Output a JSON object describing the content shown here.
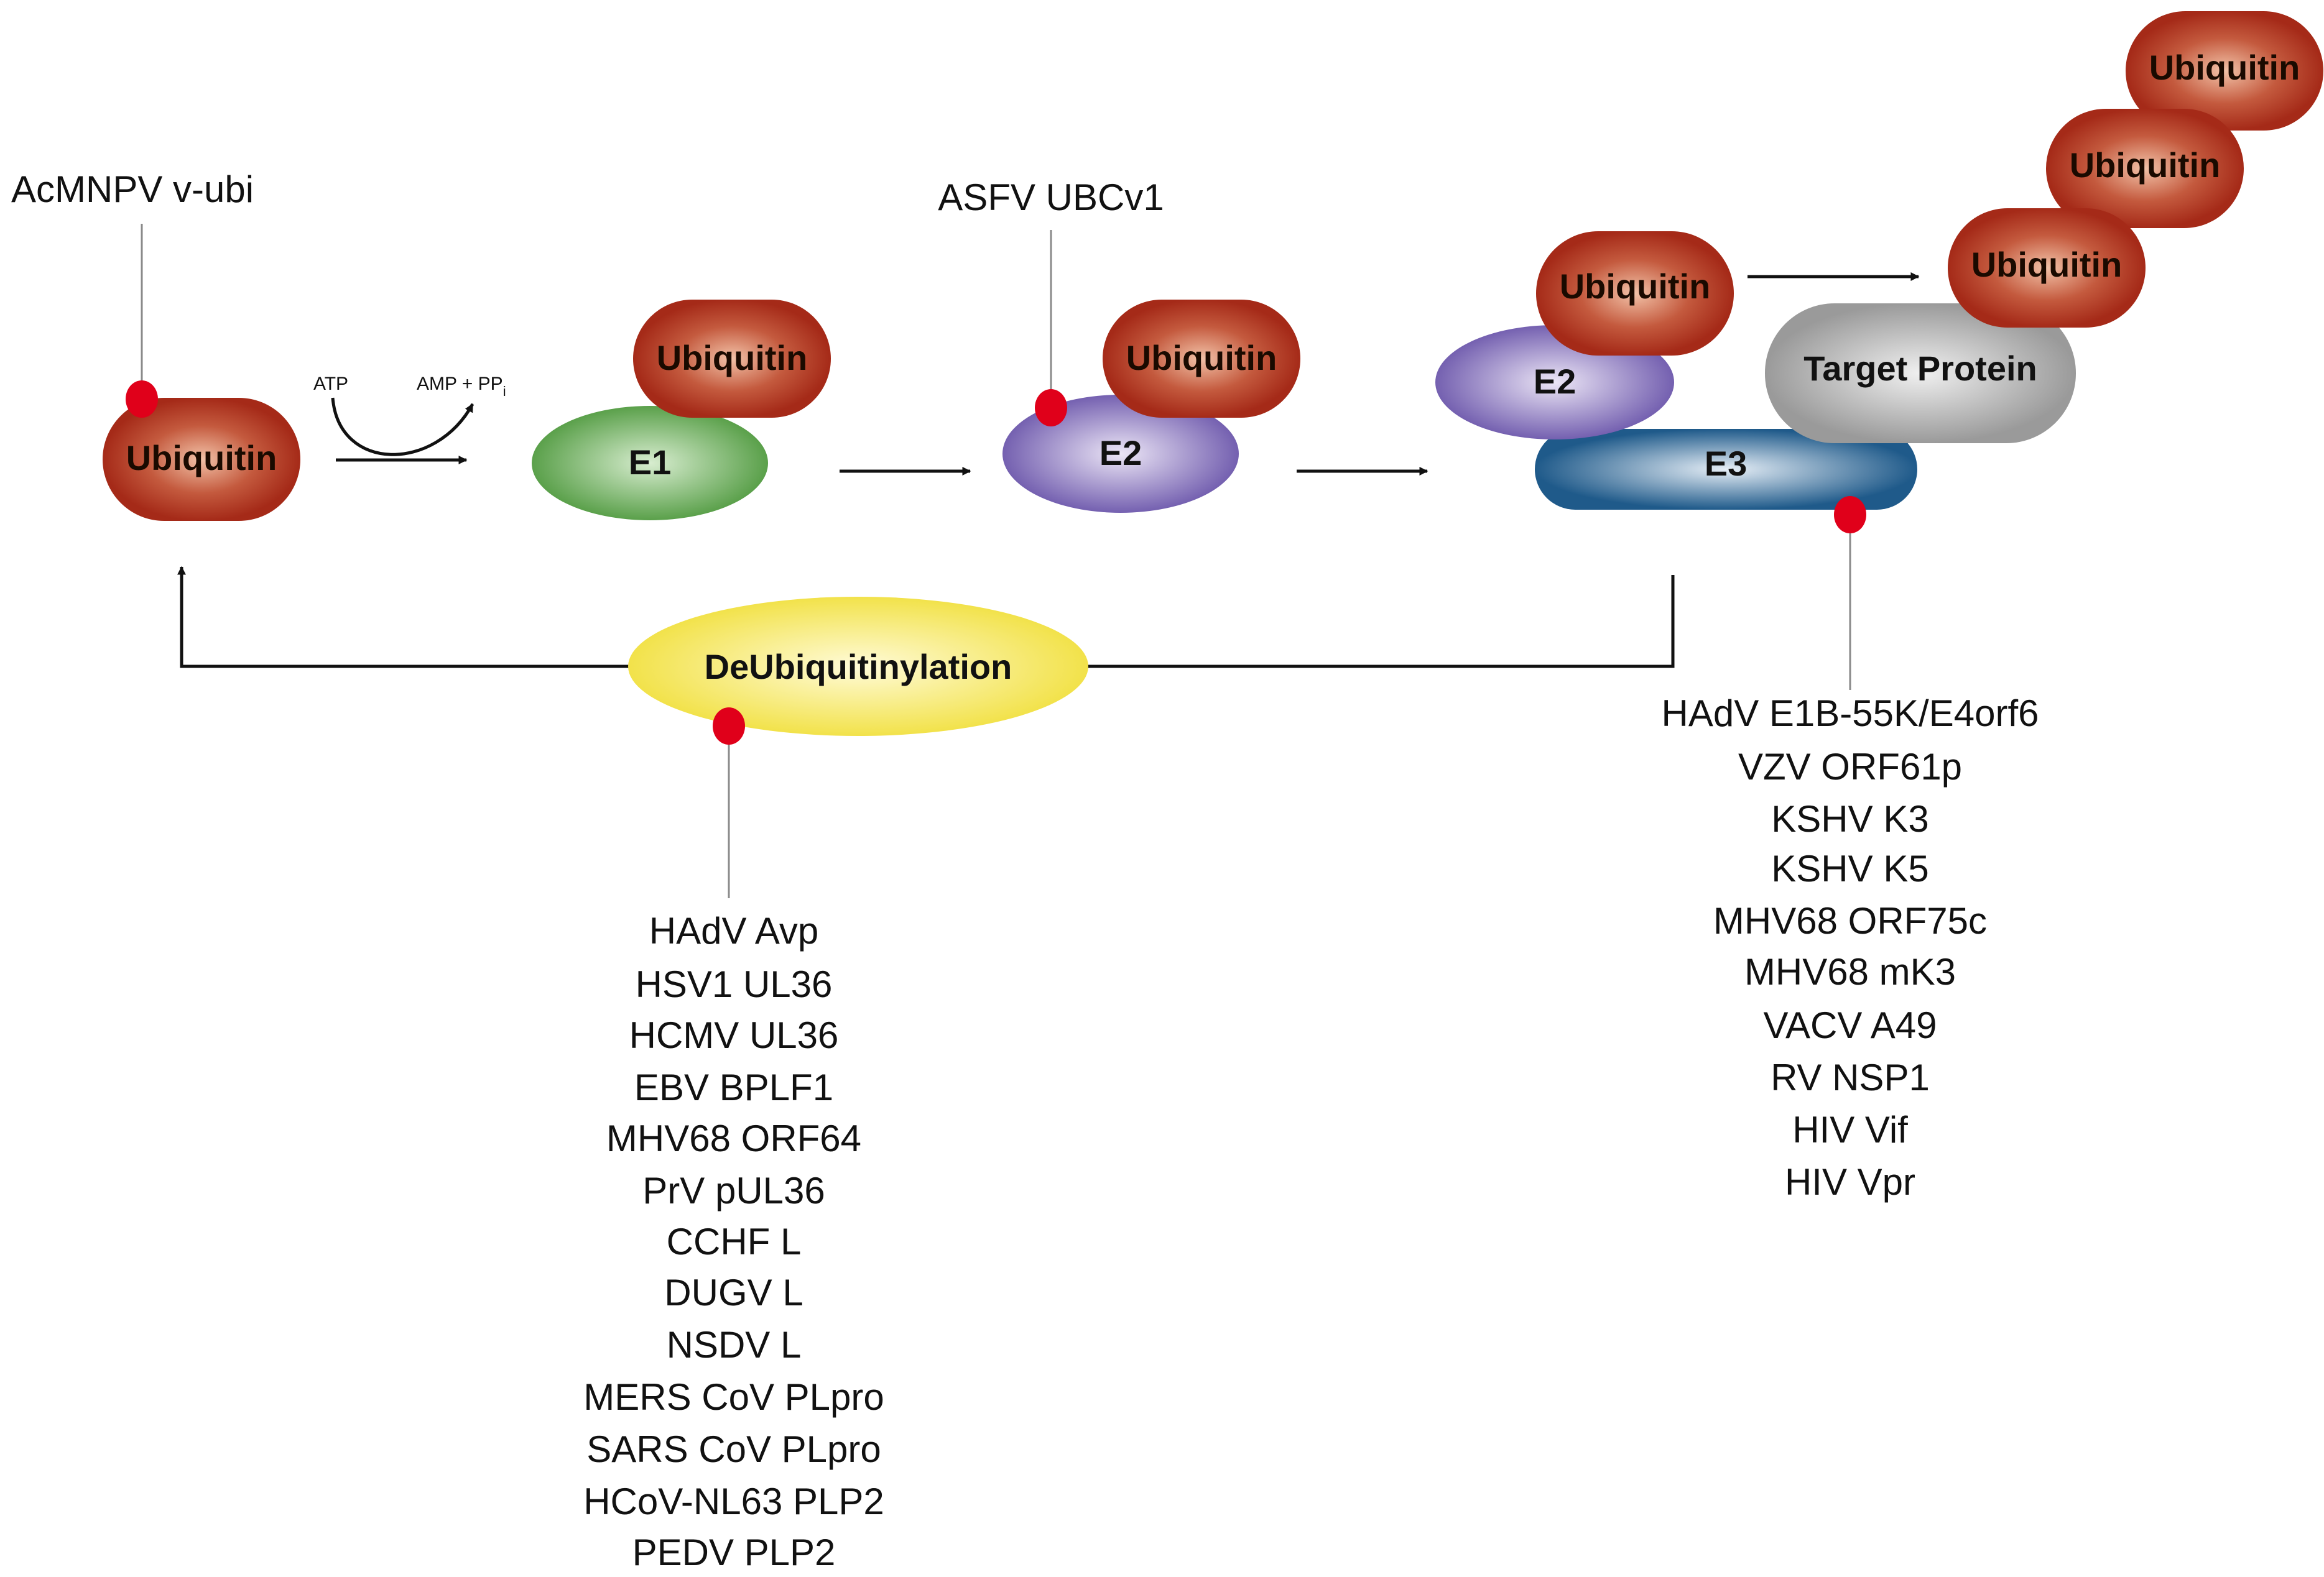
{
  "nodes": {
    "ubiquitin_label": "Ubiquitin",
    "e1_label": "E1",
    "e2_label": "E2",
    "e3_label": "E3",
    "target_label": "Target Protein",
    "deubiquitinylation_label": "DeUbiquitinylation"
  },
  "reaction": {
    "atp": "ATP",
    "amp_pp": "AMP + PP",
    "amp_pp_sub": "i"
  },
  "viral_factors": {
    "acmnpv": "AcMNPV v-ubi",
    "asfv": "ASFV UBCv1",
    "e3_list": [
      "HAdV E1B-55K/E4orf6",
      "VZV ORF61p",
      "KSHV K3",
      "KSHV K5",
      "MHV68 ORF75c",
      "MHV68 mK3",
      "VACV A49",
      "RV NSP1",
      "HIV Vif",
      "HIV Vpr"
    ],
    "dub_list": [
      "HAdV Avp",
      "HSV1 UL36",
      "HCMV UL36",
      "EBV BPLF1",
      "MHV68 ORF64",
      "PrV pUL36",
      "CCHF L",
      "DUGV L",
      "NSDV L",
      "MERS CoV PLpro",
      "SARS CoV PLpro",
      "HCoV-NL63 PLP2",
      "PEDV PLP2"
    ]
  },
  "colors": {
    "ubiquitin_center": "#f2c2a8",
    "ubiquitin_edge": "#a52a18",
    "e1_center": "#d8edd0",
    "e1_edge": "#5aa04a",
    "e2_center": "#ece6f6",
    "e2_edge": "#7460b0",
    "e3_center": "#e6eef6",
    "e3_edge": "#1f5a8a",
    "target_center": "#f0f0f0",
    "target_edge": "#9a9a9a",
    "dub_center": "#fffbd8",
    "dub_edge": "#f2e24a",
    "marker": "#e0001a"
  }
}
